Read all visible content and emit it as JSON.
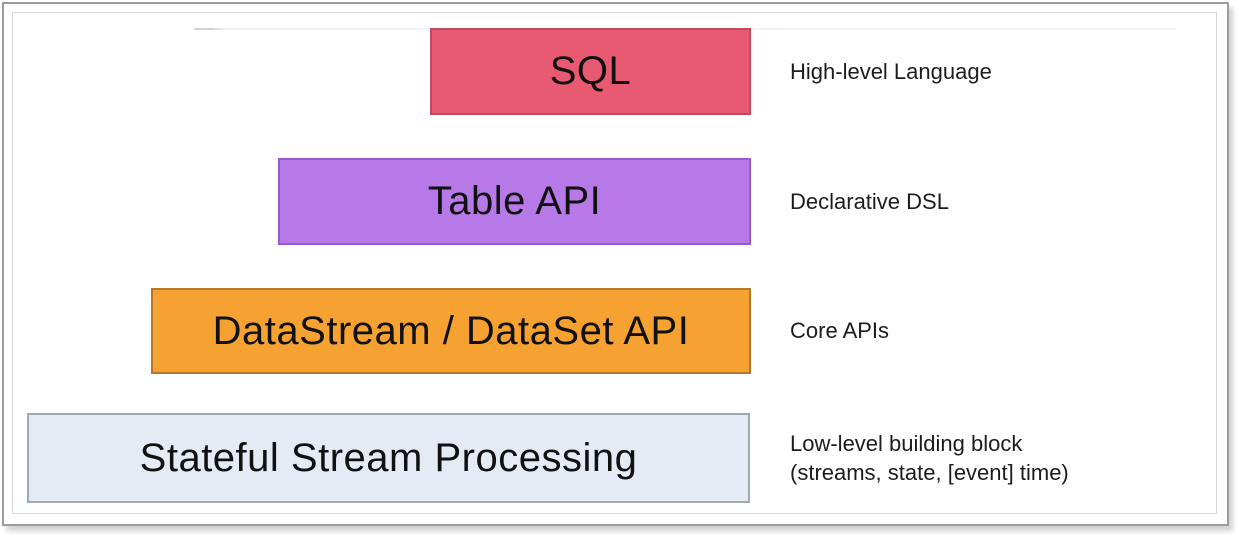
{
  "page": {
    "background": "#ffffff",
    "outer_frame_color": "#9c9c9c",
    "inner_frame_color": "#d8d8d8"
  },
  "diagram": {
    "type": "layered-stack",
    "layers": [
      {
        "label": "SQL",
        "description": "High-level Language",
        "fill": "#e85a71",
        "border": "#c24a5f"
      },
      {
        "label": "Table API",
        "description": "Declarative DSL",
        "fill": "#b879e8",
        "border": "#9b59d0"
      },
      {
        "label": "DataStream / DataSet API",
        "description": "Core APIs",
        "fill": "#f5a233",
        "border": "#b5772a"
      },
      {
        "label": "Stateful Stream Processing",
        "description": "Low-level building block\n(streams, state, [event] time)",
        "fill": "#e5ebf5",
        "border": "#9fa9b7"
      }
    ]
  }
}
